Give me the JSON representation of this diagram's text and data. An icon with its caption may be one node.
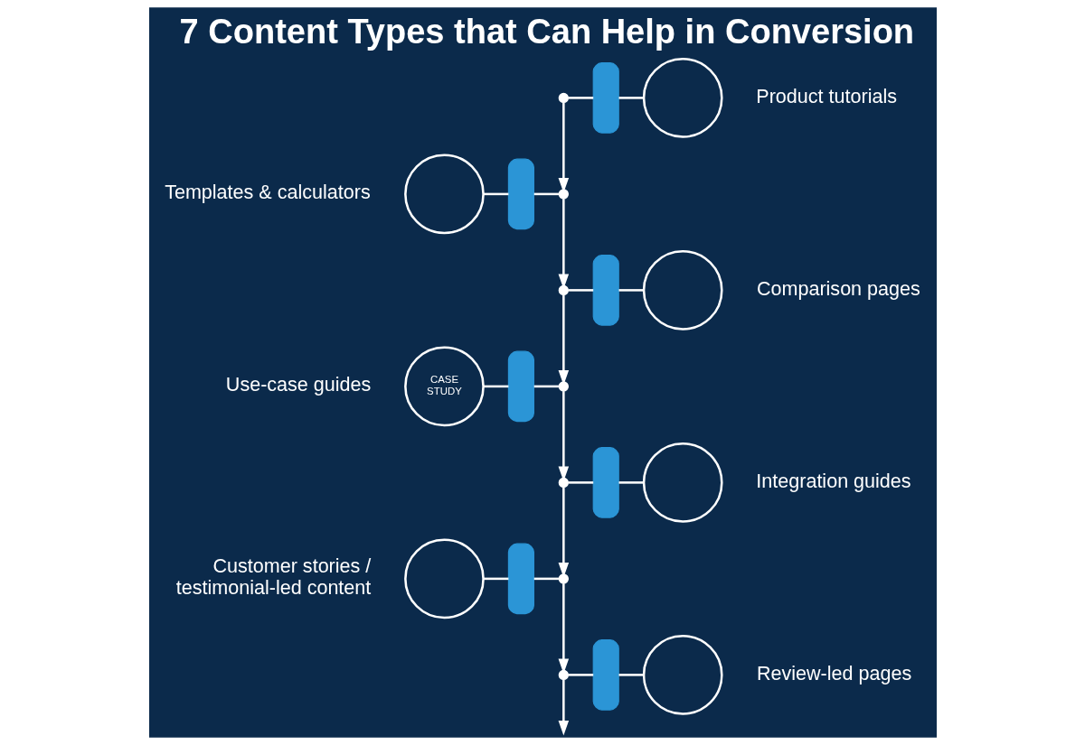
{
  "diagram": {
    "title": "7 Content Types that Can Help in Conversion",
    "nodes": [
      {
        "text": [],
        "shape": "dot"
      },
      {
        "text": [],
        "shape": "bar"
      },
      {
        "text": [],
        "shape": "circle",
        "beside": [
          "Product tutorials"
        ]
      },
      {
        "text": [],
        "shape": "circle",
        "beside": [
          "Templates & calculators"
        ]
      },
      {
        "text": [],
        "shape": "bar"
      },
      {
        "text": [],
        "shape": "dot"
      },
      {
        "text": [],
        "shape": "dot"
      },
      {
        "text": [],
        "shape": "bar"
      },
      {
        "text": [],
        "shape": "circle",
        "beside": [
          "Comparison pages"
        ]
      },
      {
        "text": [
          "CASE STUDY"
        ],
        "beside": [
          "Use-case guides"
        ]
      },
      {
        "text": [],
        "shape": "bar"
      },
      {
        "text": [],
        "shape": "dot"
      },
      {
        "text": [],
        "shape": "dot"
      },
      {
        "text": [],
        "shape": "bar"
      },
      {
        "text": [],
        "shape": "circle",
        "beside": [
          "Integration guides"
        ]
      },
      {
        "text": [],
        "shape": "circle",
        "beside": [
          "Customer stories / testimonial-led content"
        ]
      },
      {
        "text": [],
        "shape": "bar"
      },
      {
        "text": [],
        "shape": "dot"
      },
      {
        "text": [],
        "shape": "dot"
      },
      {
        "text": [],
        "shape": "bar"
      },
      {
        "text": [],
        "shape": "circle",
        "beside": [
          "Review-led pages"
        ]
      }
    ],
    "edges": [
      {
        "from": 0,
        "to": 1,
        "arrow": "none"
      },
      {
        "from": 1,
        "to": 2,
        "arrow": "none"
      },
      {
        "from": 0,
        "to": 5,
        "arrow": "to"
      },
      {
        "from": 3,
        "to": 4,
        "arrow": "none"
      },
      {
        "from": 4,
        "to": 5,
        "arrow": "none"
      },
      {
        "from": 5,
        "to": 6,
        "arrow": "to"
      },
      {
        "from": 6,
        "to": 7,
        "arrow": "none"
      },
      {
        "from": 7,
        "to": 8,
        "arrow": "none"
      },
      {
        "from": 6,
        "to": 11,
        "arrow": "to"
      },
      {
        "from": 9,
        "to": 10,
        "arrow": "none"
      },
      {
        "from": 10,
        "to": 11,
        "arrow": "none"
      },
      {
        "from": 11,
        "to": 12,
        "arrow": "to"
      },
      {
        "from": 12,
        "to": 13,
        "arrow": "none"
      },
      {
        "from": 13,
        "to": 14,
        "arrow": "none"
      },
      {
        "from": 12,
        "to": 17,
        "arrow": "to"
      },
      {
        "from": 15,
        "to": 16,
        "arrow": "none"
      },
      {
        "from": 16,
        "to": 17,
        "arrow": "none"
      },
      {
        "from": 17,
        "to": 18,
        "arrow": "to"
      },
      {
        "from": 18,
        "to": 19,
        "arrow": "none"
      },
      {
        "from": 19,
        "to": 20,
        "arrow": "none"
      },
      {
        "from": 18,
        "to": null,
        "arrow": "to"
      }
    ]
  }
}
